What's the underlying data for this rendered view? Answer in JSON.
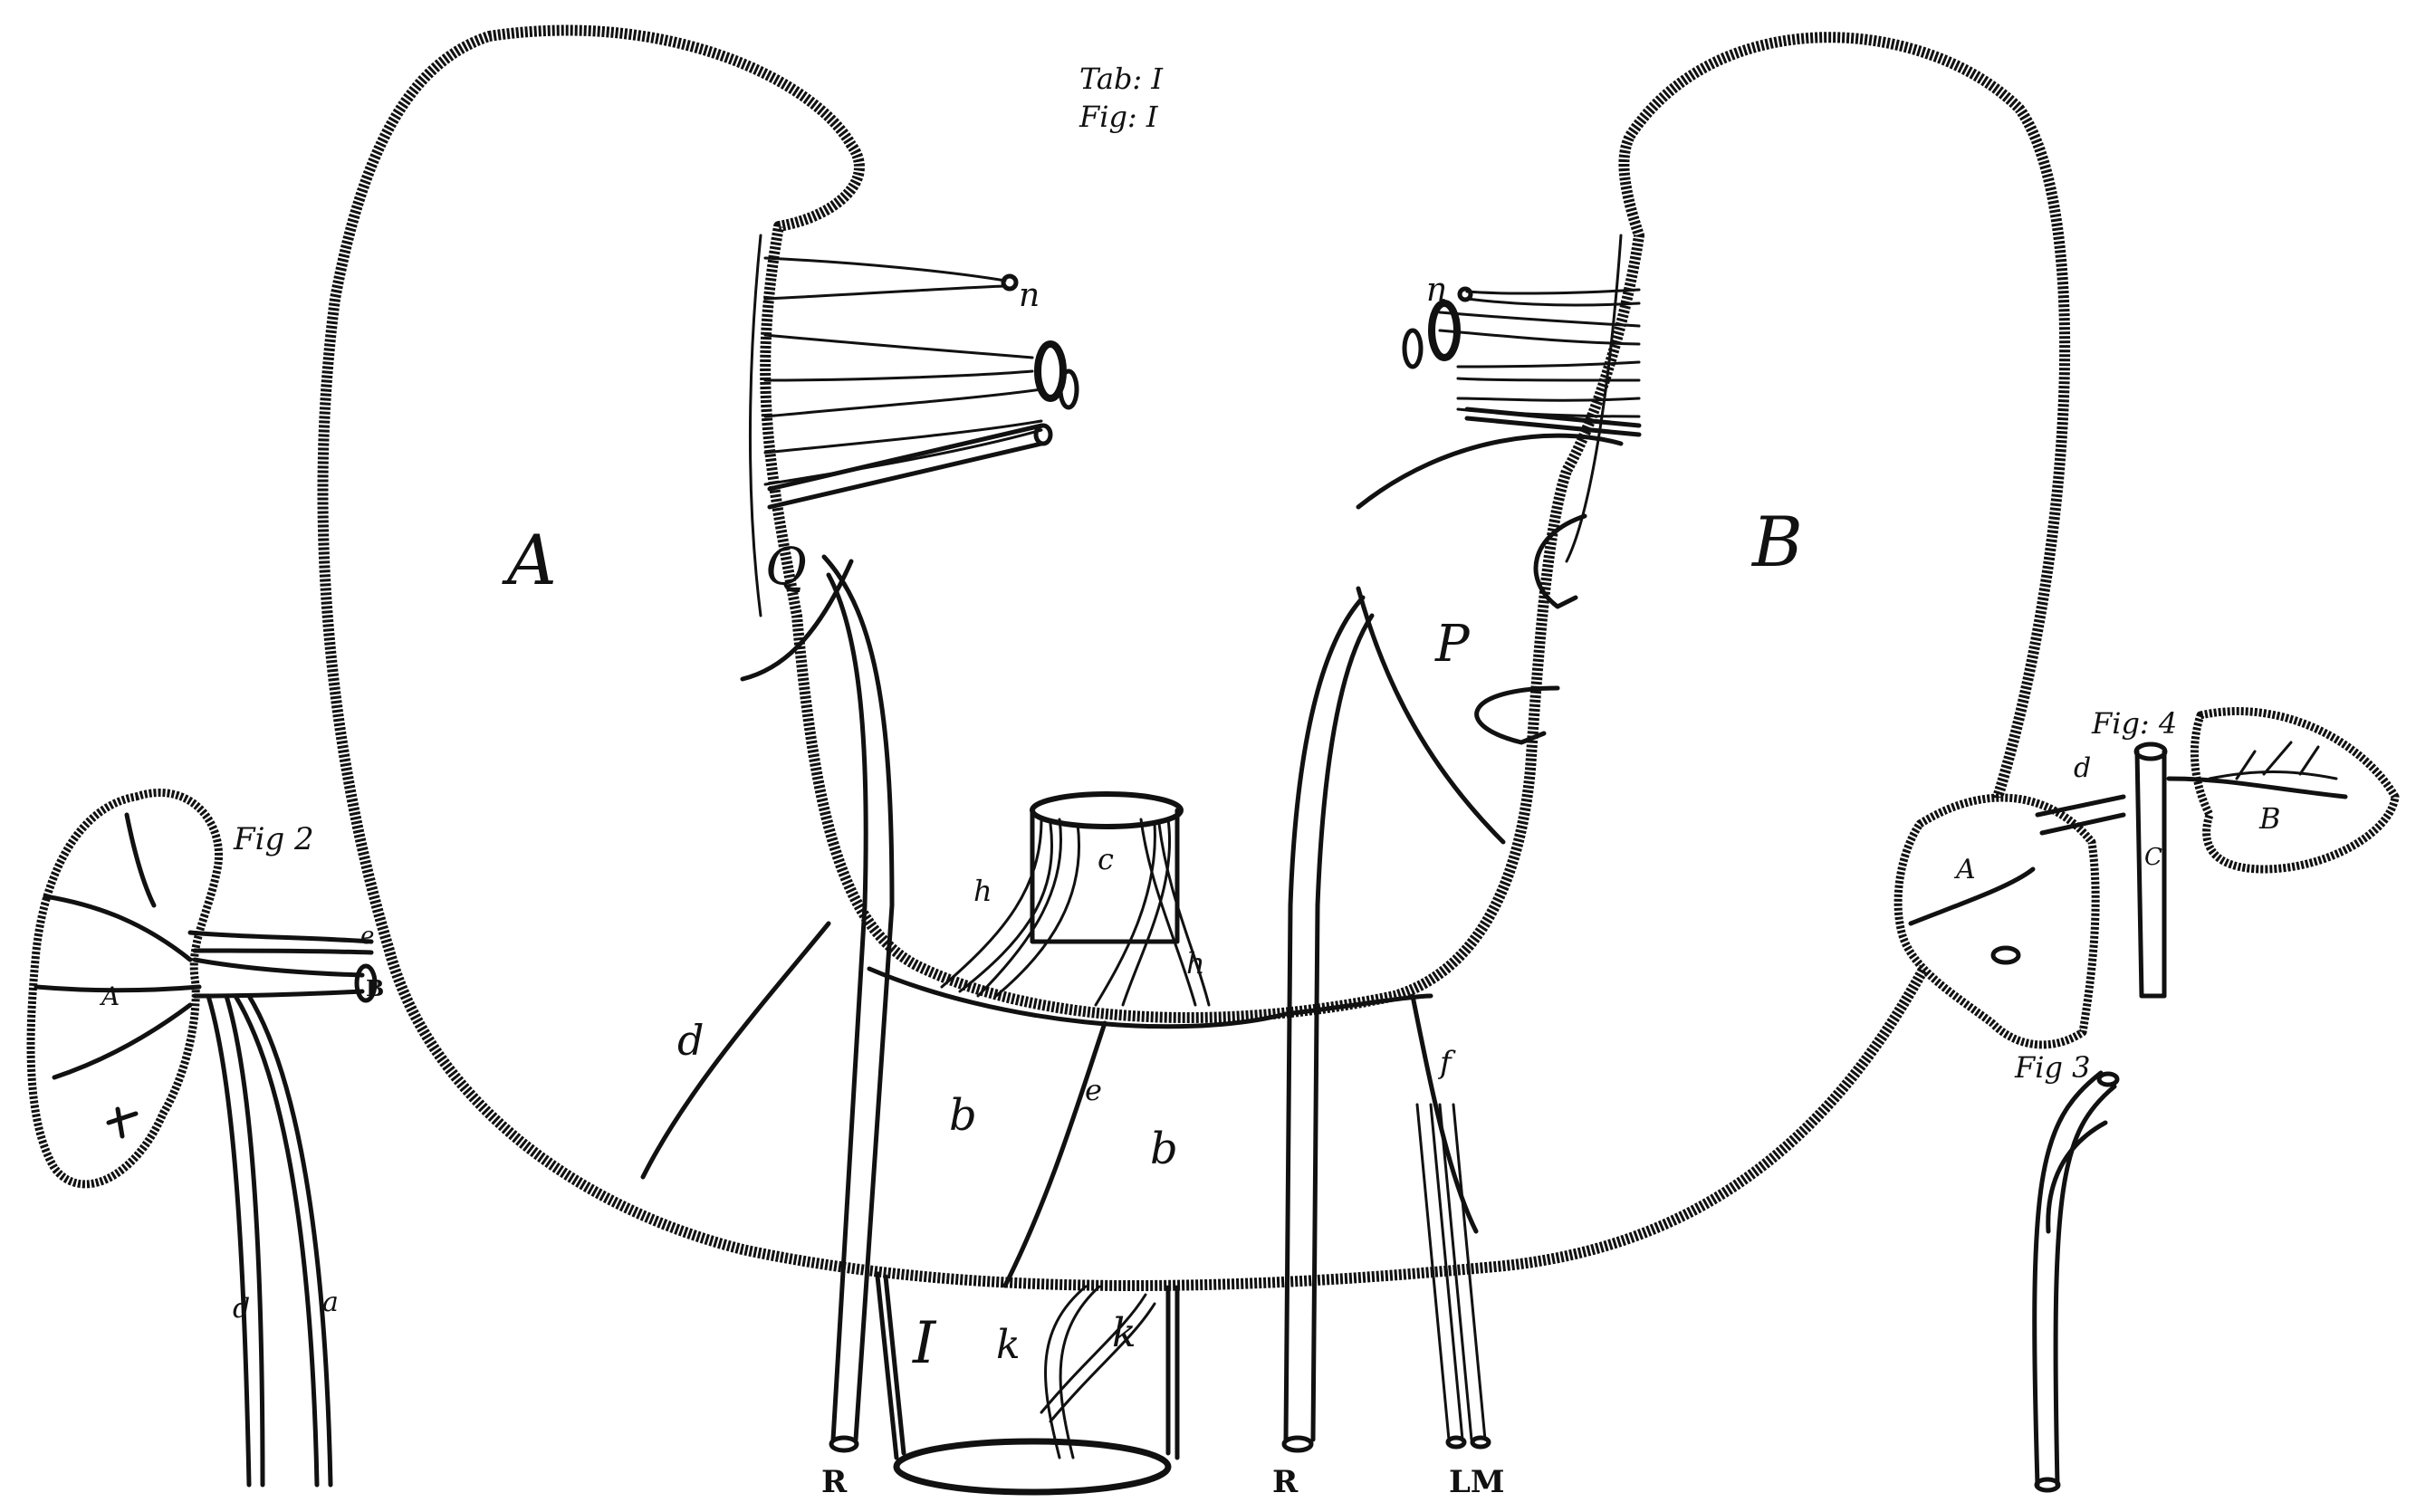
{
  "plate": {
    "tab": "Tab: I",
    "fig": "Fig: I"
  },
  "fig1": {
    "lobe_left": "A",
    "lobe_right": "B",
    "hilum_left": "Q",
    "hilum_right": "P",
    "vessel_left": "n",
    "vessel_right": "n",
    "band_mid": "c",
    "band_left": "b",
    "band_right": "b",
    "seam": "e",
    "cut_left": "d",
    "cut_right": "f",
    "fibres_left": "h",
    "fibres_right": "h",
    "box": "I",
    "branch_left": "k",
    "branch_right": "k",
    "tube_left": "R",
    "tube_right": "R",
    "tube_pair": "LM"
  },
  "fig2": {
    "title": "Fig 2",
    "body": "A",
    "vessel_b": "B",
    "vessel_e": "e",
    "stem_d": "d",
    "stem_a": "a"
  },
  "fig3": {
    "title": "Fig 3"
  },
  "fig4": {
    "title": "Fig: 4",
    "left": "A",
    "right": "B",
    "stem": "C",
    "pin": "d"
  }
}
